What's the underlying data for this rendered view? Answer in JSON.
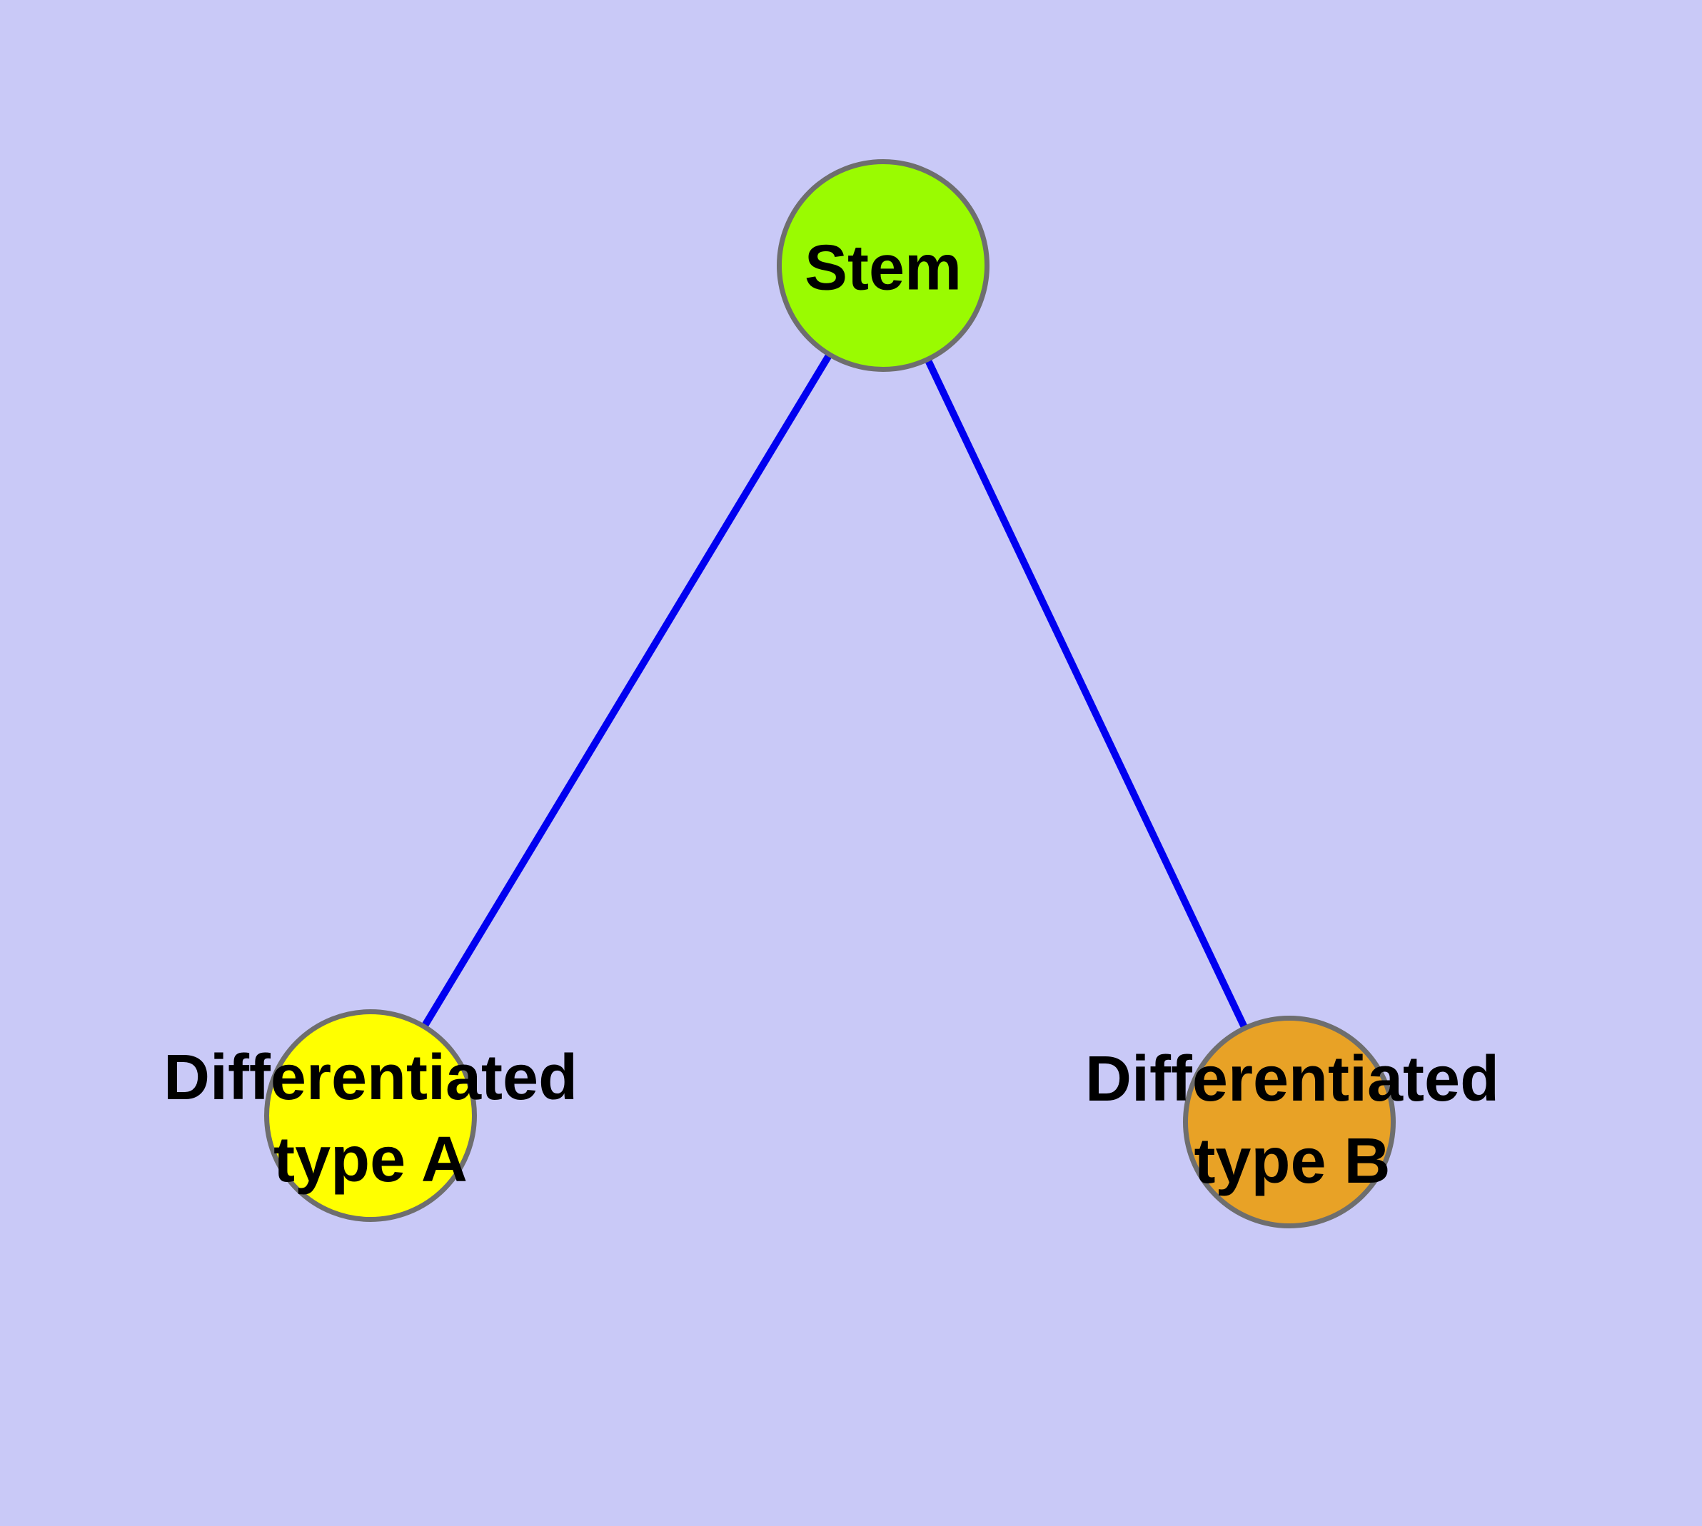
{
  "diagram": {
    "type": "node-edge-graph",
    "background_color": "#C9C9F7",
    "edge_color": "#0000F0",
    "node_border_color": "#6E6E6E",
    "label_color": "#000000",
    "nodes": [
      {
        "id": "stem",
        "label": "Stem",
        "fill": "#9AFB01",
        "position": "top-center"
      },
      {
        "id": "type-a",
        "label": "Differentiated\ntype A",
        "fill": "#FFFF00",
        "position": "bottom-left"
      },
      {
        "id": "type-b",
        "label": "Differentiated\ntype B",
        "fill": "#E8A226",
        "position": "bottom-right"
      }
    ],
    "edges": [
      {
        "from": "Stem",
        "to": "Differentiated type A"
      },
      {
        "from": "Stem",
        "to": "Differentiated type B"
      }
    ]
  }
}
